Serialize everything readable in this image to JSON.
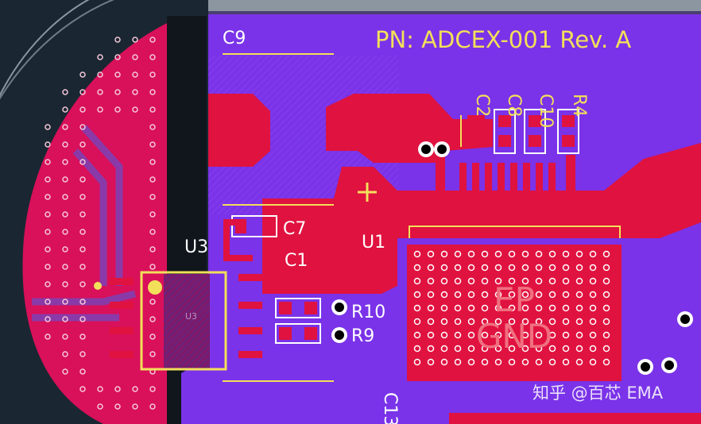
{
  "board": {
    "part_number": "PN: ADCEX-001 Rev. A",
    "ep_line1": "EP",
    "ep_line2": "GND",
    "ic_mark": "U3"
  },
  "designators": {
    "c9": "C9",
    "c2": "C2",
    "c8": "C8",
    "c10": "C10",
    "r4": "R4",
    "c7": "C7",
    "c1": "C1",
    "u3": "U3",
    "u1": "U1",
    "r10": "R10",
    "r9": "R9",
    "c13": "C13"
  },
  "watermark": "知乎 @百芯 EMA",
  "colors": {
    "copper_top": "#e0123f",
    "copper_bottom": "#d9105a",
    "silkscreen": "#f2e05a",
    "board_background": "#7a33e8",
    "outer_background": "#1a2733"
  }
}
